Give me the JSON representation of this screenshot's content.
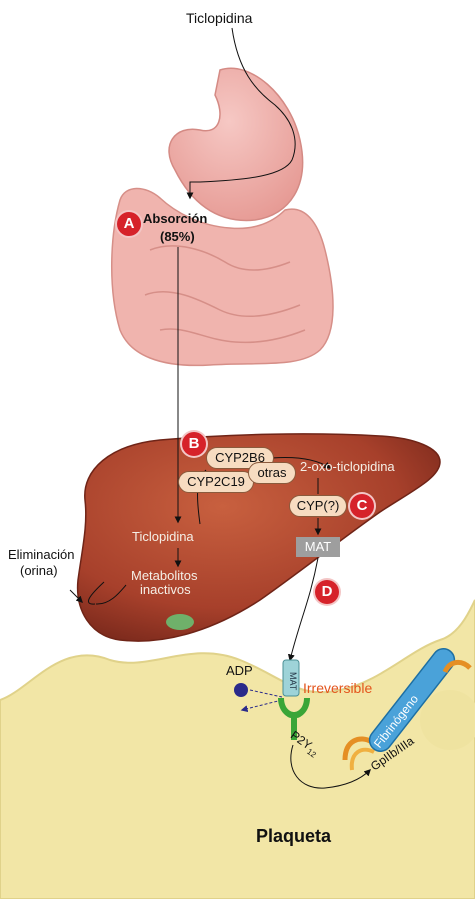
{
  "drug_top": "Ticlopidina",
  "badges": {
    "a": "A",
    "b": "B",
    "c": "C",
    "d": "D"
  },
  "absorption": {
    "label": "Absorción",
    "percent": "(85%)"
  },
  "enzymes": {
    "cyp2b6": "CYP2B6",
    "cyp2c19": "CYP2C19",
    "others": "otras",
    "cyp_unknown": "CYP(?)"
  },
  "metabolite": "2-oxo-ticlopidina",
  "mat": "MAT",
  "liver_drug": "Ticlopidina",
  "inactive": {
    "line1": "Metabolitos",
    "line2": "inactivos"
  },
  "elimination": {
    "line1": "Eliminación",
    "line2": "(orina)"
  },
  "receptor": {
    "adp": "ADP",
    "mat_tag": "MAT",
    "irreversible": "Irreversible",
    "p2y": "P2Y",
    "p2y_sub": "12"
  },
  "gp": "GpIIb/IIIa",
  "fibrinogen": "Fibrinógeno",
  "platelet": "Plaqueta",
  "colors": {
    "badge": "#d6222a",
    "irreversible": "#e3541c",
    "receptor": "#3aa537",
    "mat_box": "#9e9e9e",
    "fibrinogen": "#4aa2d9",
    "platelet": "#f2e6a6"
  }
}
